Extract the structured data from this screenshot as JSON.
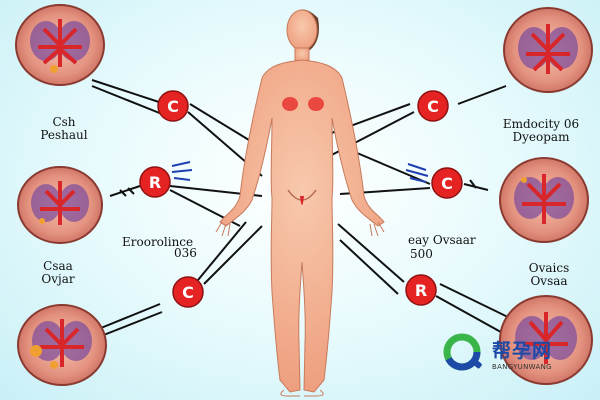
{
  "labels": {
    "left_top": {
      "line1": "Csh",
      "line2": "Peshaul"
    },
    "left_mid": {
      "line1": "Csaa",
      "line2": "Ovjar"
    },
    "center_left": {
      "line1": "Eroorolince",
      "line2": "036"
    },
    "center_right": {
      "line1": "eay Ovsaar",
      "line2": "500"
    },
    "right_top": {
      "line1": "Emdocity 06",
      "line2": "Dyeopam"
    },
    "right_mid": {
      "line1": "Ovaics",
      "line2": "Ovsaa"
    }
  },
  "markers": {
    "left_upper": "C",
    "left_middle": "R",
    "left_lower": "C",
    "right_upper": "C",
    "right_middle": "C",
    "right_lower": "R"
  },
  "watermark": {
    "chinese": "帮孕网",
    "latin": "BANGYUNWANG"
  },
  "colors": {
    "background": "#c8f0f6",
    "skin": "#f3b695",
    "marker": "#e52323",
    "organ_base": "#e08a7c",
    "organ_purple": "#7a4a9c",
    "organ_red": "#d8262a",
    "watermark_blue": "#1d4aa6",
    "watermark_green": "#39b54a"
  }
}
